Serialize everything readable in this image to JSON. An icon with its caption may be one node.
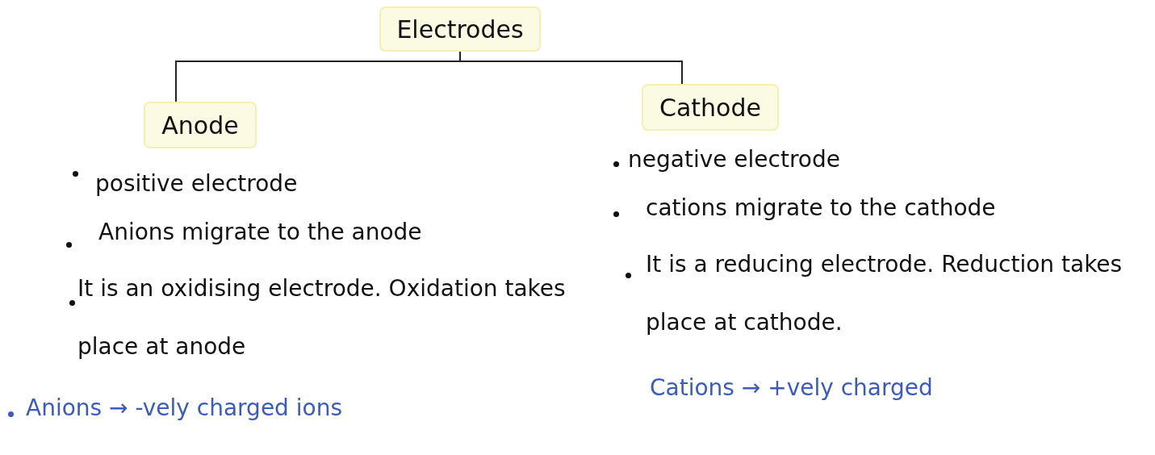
{
  "diagram": {
    "nodes": [
      {
        "text": [
          "Electrodes"
        ]
      },
      {
        "text": [
          "Anode"
        ]
      },
      {
        "text": [
          "Cathode"
        ]
      }
    ],
    "edges": [
      {
        "from": 0,
        "to": 1,
        "arrow": "none"
      },
      {
        "from": 0,
        "to": 2,
        "arrow": "none"
      }
    ],
    "labels": [
      "positive electrode",
      "Anions migrate to the anode",
      "It is an oxidising electrode. Oxidation takes place at anode",
      "Anions → -vely charged ions",
      "negative electrode",
      "cations migrate to the cathode",
      "It is a reducing electrode. Reduction takes place at cathode.",
      "Cations → +vely charged"
    ]
  }
}
